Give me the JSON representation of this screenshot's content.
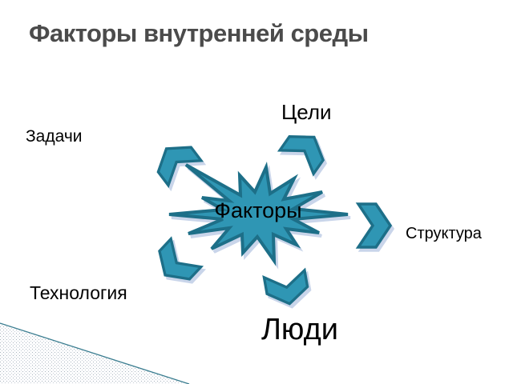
{
  "slide": {
    "title": "Факторы внутренней среды",
    "center_label": "Факторы",
    "factors": {
      "goals": "Цели",
      "tasks": "Задачи",
      "structure": "Структура",
      "technology": "Технология",
      "people": "Люди"
    },
    "colors": {
      "shape_fill": "#2f96b4",
      "shape_border": "#1d6f88",
      "shape_shadow": "#c9d5ea",
      "title_text": "#4b4b4b",
      "label_text": "#000000",
      "corner_line": "#3a7d90",
      "corner_dots": "#a9b4be"
    }
  }
}
